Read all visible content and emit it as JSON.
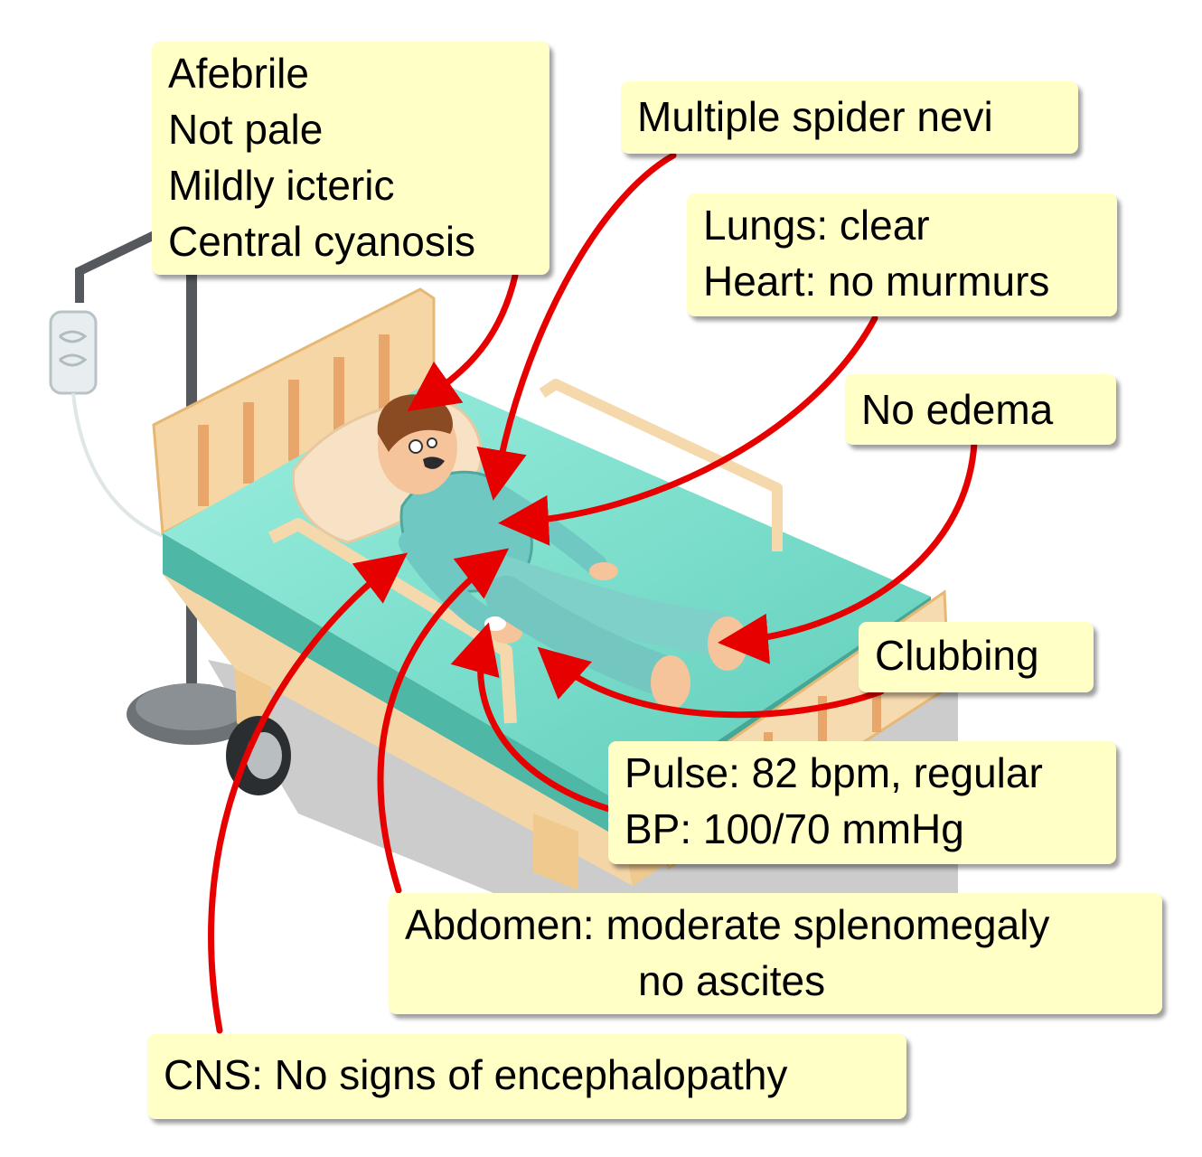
{
  "callouts": {
    "general": [
      "Afebrile",
      "Not pale",
      "Mildly icteric",
      "Central cyanosis"
    ],
    "spider": [
      "Multiple spider nevi"
    ],
    "chest": [
      "Lungs: clear",
      "Heart: no murmurs"
    ],
    "edema": [
      "No edema"
    ],
    "clubbing": [
      "Clubbing"
    ],
    "vitals": [
      "Pulse: 82 bpm, regular",
      "BP: 100/70 mmHg"
    ],
    "abdomen": [
      "Abdomen: moderate splenomegaly",
      "no ascites"
    ],
    "cns": [
      "CNS: No signs of encephalopathy"
    ]
  },
  "colors": {
    "callout_fill": "#ffffc6",
    "arrow": "#e60000",
    "sheet": "#7fe3d0",
    "bed_frame": "#f8dcae",
    "pajamas": "#6fc9c2",
    "skin": "#f6c49a",
    "hair": "#8a4a22",
    "stand": "#5a5f63",
    "shadow": "#cfcfcf"
  },
  "icons": [
    "hospital-bed-illustration",
    "patient-figure",
    "iv-drip-bag",
    "iv-stand",
    "bed-wheel",
    "pillow"
  ]
}
